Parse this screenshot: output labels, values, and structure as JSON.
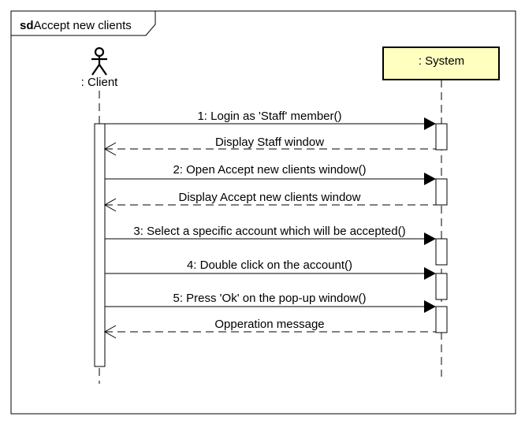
{
  "frame": {
    "keyword": "sd",
    "name": "Accept new clients"
  },
  "lifelines": {
    "actor": {
      "label": ": Client"
    },
    "system": {
      "label": ": System",
      "fill": "#ffffc0"
    }
  },
  "messages": [
    {
      "label": "1: Login as 'Staff' member()",
      "kind": "call"
    },
    {
      "label": "Display Staff window",
      "kind": "return"
    },
    {
      "label": "2: Open Accept new clients window()",
      "kind": "call"
    },
    {
      "label": "Display Accept new clients window",
      "kind": "return"
    },
    {
      "label": "3: Select a specific account which will be accepted()",
      "kind": "call"
    },
    {
      "label": "4: Double click on the account()",
      "kind": "call"
    },
    {
      "label": "5: Press 'Ok' on the pop-up window()",
      "kind": "call"
    },
    {
      "label": "Opperation message",
      "kind": "return"
    }
  ]
}
